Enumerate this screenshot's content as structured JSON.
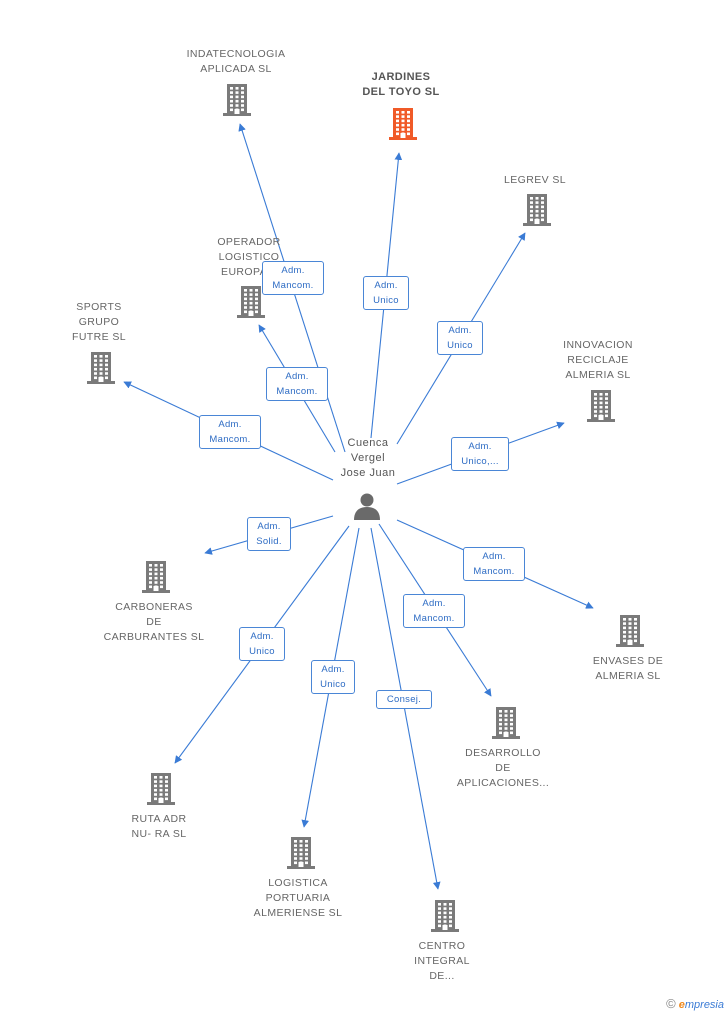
{
  "colors": {
    "edge": "#3a7bd5",
    "icon": "#7a7a7a",
    "icon_highlight": "#f05a28",
    "person": "#6a6a6a"
  },
  "person": {
    "name": "Cuenca\nVergel\nJose Juan",
    "icon": "person-icon"
  },
  "companies": [
    {
      "id": "indatecnologia",
      "label": "INDATECNOLOGIA\nAPLICADA SL",
      "highlight": false
    },
    {
      "id": "jardines",
      "label": "JARDINES\nDEL TOYO SL",
      "highlight": true
    },
    {
      "id": "legrev",
      "label": "LEGREV SL",
      "highlight": false
    },
    {
      "id": "operador",
      "label": "OPERADOR\nLOGISTICO\nEUROPA...",
      "highlight": false
    },
    {
      "id": "sports",
      "label": "SPORTS\nGRUPO\nFUTRE SL",
      "highlight": false
    },
    {
      "id": "innovacion",
      "label": "INNOVACION\nRECICLAJE\nALMERIA SL",
      "highlight": false
    },
    {
      "id": "carboneras",
      "label": "CARBONERAS\nDE\nCARBURANTES SL",
      "highlight": false
    },
    {
      "id": "envases",
      "label": "ENVASES DE\nALMERIA SL",
      "highlight": false
    },
    {
      "id": "desarrollo",
      "label": "DESARROLLO\nDE\nAPLICACIONES...",
      "highlight": false
    },
    {
      "id": "ruta",
      "label": "RUTA ADR\nNU- RA SL",
      "highlight": false
    },
    {
      "id": "logistica",
      "label": "LOGISTICA\nPORTUARIA\nALMERIENSE SL",
      "highlight": false
    },
    {
      "id": "centro",
      "label": "CENTRO\nINTEGRAL\nDE...",
      "highlight": false
    }
  ],
  "relations": [
    {
      "target": "indatecnologia",
      "label": "Adm.\nMancom."
    },
    {
      "target": "jardines",
      "label": "Adm.\nUnico"
    },
    {
      "target": "legrev",
      "label": "Adm.\nUnico"
    },
    {
      "target": "operador",
      "label": "Adm.\nMancom."
    },
    {
      "target": "sports",
      "label": "Adm.\nMancom."
    },
    {
      "target": "innovacion",
      "label": "Adm.\nUnico,..."
    },
    {
      "target": "carboneras",
      "label": "Adm.\nSolid."
    },
    {
      "target": "envases",
      "label": "Adm.\nMancom."
    },
    {
      "target": "desarrollo",
      "label": "Adm.\nMancom."
    },
    {
      "target": "ruta",
      "label": "Adm.\nUnico"
    },
    {
      "target": "logistica",
      "label": "Adm.\nUnico"
    },
    {
      "target": "centro",
      "label": "Consej."
    }
  ],
  "footer": {
    "copyright": "©",
    "brand_initial": "e",
    "brand_rest": "mpresia"
  }
}
